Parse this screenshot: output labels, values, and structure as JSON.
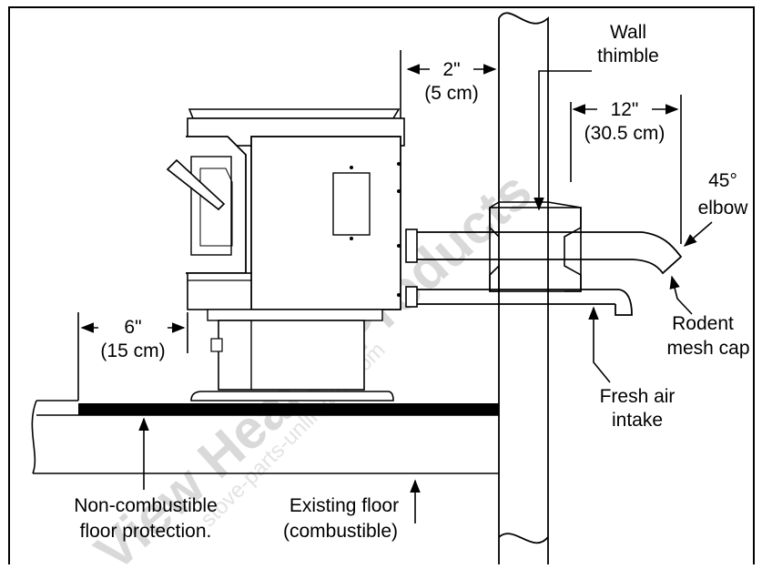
{
  "watermark": {
    "brand_text": "View Hearth Products",
    "url_text": "stove-parts-unlimited.com"
  },
  "labels": {
    "wall_thimble_line1": "Wall",
    "wall_thimble_line2": "thimble",
    "clearance_2in_line1": "2\"",
    "clearance_2in_line2": "(5 cm)",
    "clearance_12in_line1": "12\"",
    "clearance_12in_line2": "(30.5 cm)",
    "elbow_line1": "45°",
    "elbow_line2": "elbow",
    "rodent_line1": "Rodent",
    "rodent_line2": "mesh cap",
    "fresh_air_line1": "Fresh air",
    "fresh_air_line2": "intake",
    "clearance_6in_line1": "6\"",
    "clearance_6in_line2": "(15 cm)",
    "floor_protection_line1": "Non-combustible",
    "floor_protection_line2": "floor protection.",
    "existing_floor_line1": "Existing floor",
    "existing_floor_line2": "(combustible)"
  },
  "colors": {
    "line": "#000000",
    "background": "#ffffff",
    "floor_protection": "#000000",
    "watermark": "#d9d9d9"
  }
}
